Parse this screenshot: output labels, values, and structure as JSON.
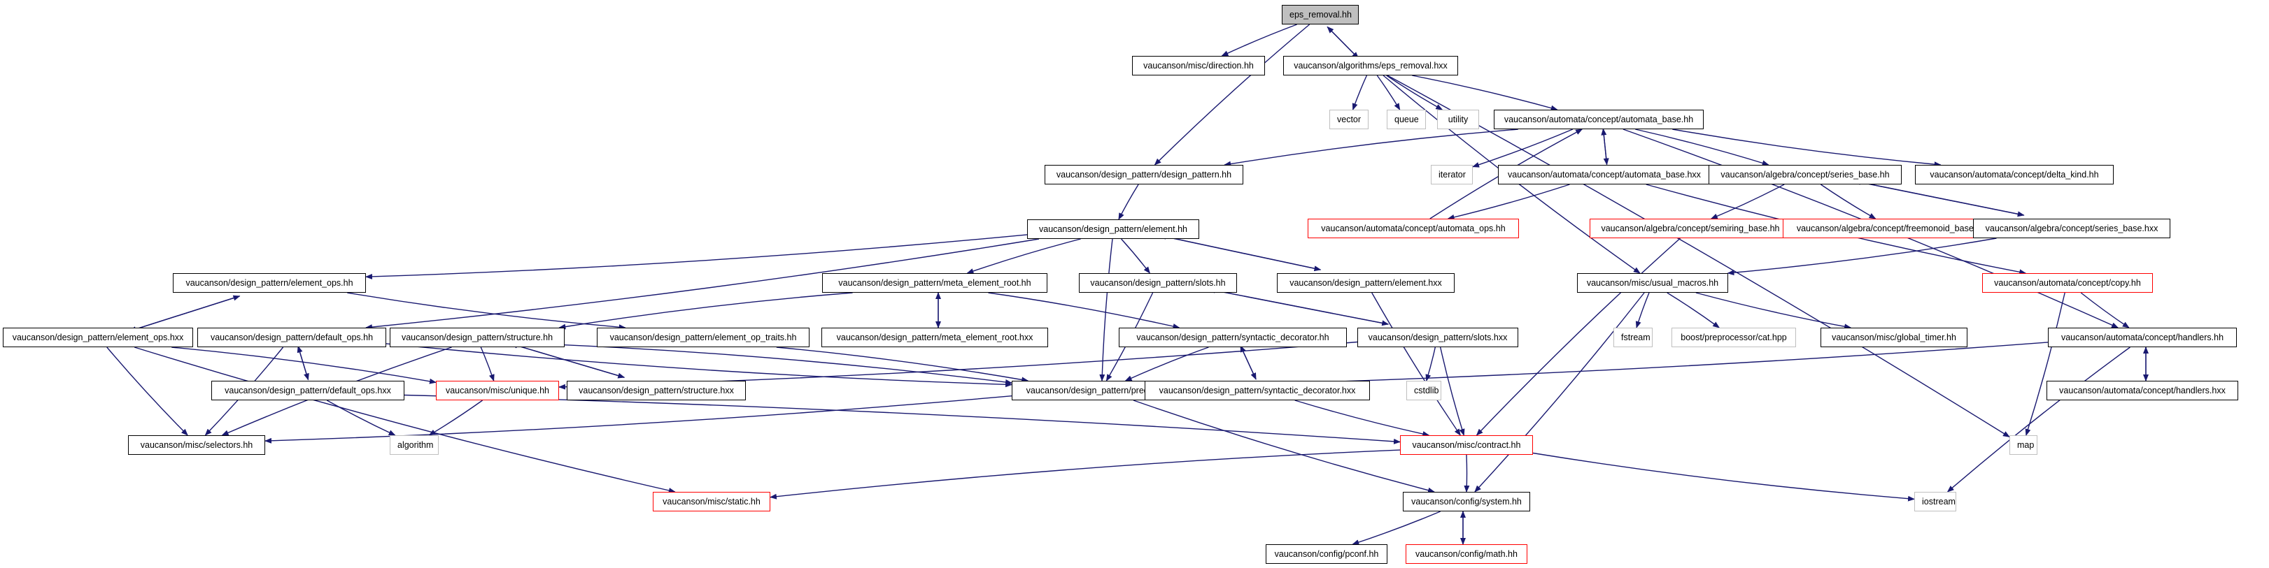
{
  "colors": {
    "edge": "#191970",
    "node_border": "#000000",
    "node_border_missing": "#ff0000",
    "node_border_external": "#bfbfbf",
    "root_fill": "#bfbfbf",
    "background": "#ffffff"
  },
  "graph": {
    "nodes": {
      "eps_removal_hh": {
        "label": "eps_removal.hh",
        "kind": "root"
      },
      "misc_direction_hh": {
        "label": "vaucanson/misc/direction.hh",
        "kind": "file"
      },
      "algorithms_eps_removal_hxx": {
        "label": "vaucanson/algorithms/eps_removal.hxx",
        "kind": "file"
      },
      "vector": {
        "label": "vector",
        "kind": "system"
      },
      "queue": {
        "label": "queue",
        "kind": "system"
      },
      "utility": {
        "label": "utility",
        "kind": "system"
      },
      "automata_base_hh": {
        "label": "vaucanson/automata/concept/automata_base.hh",
        "kind": "file"
      },
      "design_pattern_hh": {
        "label": "vaucanson/design_pattern/design_pattern.hh",
        "kind": "file"
      },
      "iterator": {
        "label": "iterator",
        "kind": "system"
      },
      "automata_base_hxx": {
        "label": "vaucanson/automata/concept/automata_base.hxx",
        "kind": "file"
      },
      "series_base_hh": {
        "label": "vaucanson/algebra/concept/series_base.hh",
        "kind": "file"
      },
      "delta_kind_hh": {
        "label": "vaucanson/automata/concept/delta_kind.hh",
        "kind": "file"
      },
      "automata_ops_hh": {
        "label": "vaucanson/automata/concept/automata_ops.hh",
        "kind": "missing"
      },
      "element_hh": {
        "label": "vaucanson/design_pattern/element.hh",
        "kind": "file"
      },
      "semiring_base_hh": {
        "label": "vaucanson/algebra/concept/semiring_base.hh",
        "kind": "missing"
      },
      "freemonoid_base_hh": {
        "label": "vaucanson/algebra/concept/freemonoid_base.hh",
        "kind": "missing"
      },
      "series_base_hxx": {
        "label": "vaucanson/algebra/concept/series_base.hxx",
        "kind": "file"
      },
      "element_ops_hh": {
        "label": "vaucanson/design_pattern/element_ops.hh",
        "kind": "file"
      },
      "meta_element_root_hh": {
        "label": "vaucanson/design_pattern/meta_element_root.hh",
        "kind": "file"
      },
      "slots_hh": {
        "label": "vaucanson/design_pattern/slots.hh",
        "kind": "file"
      },
      "element_hxx": {
        "label": "vaucanson/design_pattern/element.hxx",
        "kind": "file"
      },
      "usual_macros_hh": {
        "label": "vaucanson/misc/usual_macros.hh",
        "kind": "file"
      },
      "copy_hh": {
        "label": "vaucanson/automata/concept/copy.hh",
        "kind": "missing"
      },
      "element_ops_hxx": {
        "label": "vaucanson/design_pattern/element_ops.hxx",
        "kind": "file"
      },
      "default_ops_hh": {
        "label": "vaucanson/design_pattern/default_ops.hh",
        "kind": "file"
      },
      "structure_hh": {
        "label": "vaucanson/design_pattern/structure.hh",
        "kind": "file"
      },
      "element_op_traits_hh": {
        "label": "vaucanson/design_pattern/element_op_traits.hh",
        "kind": "file"
      },
      "meta_element_root_hxx": {
        "label": "vaucanson/design_pattern/meta_element_root.hxx",
        "kind": "file"
      },
      "syntactic_decorator_hh": {
        "label": "vaucanson/design_pattern/syntactic_decorator.hh",
        "kind": "file"
      },
      "slots_hxx": {
        "label": "vaucanson/design_pattern/slots.hxx",
        "kind": "file"
      },
      "fstream": {
        "label": "fstream",
        "kind": "system"
      },
      "cat_hpp": {
        "label": "boost/preprocessor/cat.hpp",
        "kind": "system"
      },
      "global_timer_hh": {
        "label": "vaucanson/misc/global_timer.hh",
        "kind": "file"
      },
      "handlers_hh": {
        "label": "vaucanson/automata/concept/handlers.hh",
        "kind": "file"
      },
      "default_ops_hxx": {
        "label": "vaucanson/design_pattern/default_ops.hxx",
        "kind": "file"
      },
      "unique_hh": {
        "label": "vaucanson/misc/unique.hh",
        "kind": "missing"
      },
      "structure_hxx": {
        "label": "vaucanson/design_pattern/structure.hxx",
        "kind": "file"
      },
      "predecls_hh": {
        "label": "vaucanson/design_pattern/predecls.hh",
        "kind": "file"
      },
      "syntactic_decorator_hxx": {
        "label": "vaucanson/design_pattern/syntactic_decorator.hxx",
        "kind": "file"
      },
      "cstdlib": {
        "label": "cstdlib",
        "kind": "system"
      },
      "handlers_hxx": {
        "label": "vaucanson/automata/concept/handlers.hxx",
        "kind": "file"
      },
      "selectors_hh": {
        "label": "vaucanson/misc/selectors.hh",
        "kind": "file"
      },
      "algorithm": {
        "label": "algorithm",
        "kind": "system"
      },
      "contract_hh": {
        "label": "vaucanson/misc/contract.hh",
        "kind": "missing"
      },
      "map": {
        "label": "map",
        "kind": "system"
      },
      "static_hh": {
        "label": "vaucanson/misc/static.hh",
        "kind": "missing"
      },
      "system_hh": {
        "label": "vaucanson/config/system.hh",
        "kind": "file"
      },
      "iostream": {
        "label": "iostream",
        "kind": "system"
      },
      "pconf_hh": {
        "label": "vaucanson/config/pconf.hh",
        "kind": "file"
      },
      "math_hh": {
        "label": "vaucanson/config/math.hh",
        "kind": "missing"
      }
    },
    "edges": [
      [
        "eps_removal_hh",
        "misc_direction_hh"
      ],
      [
        "eps_removal_hh",
        "algorithms_eps_removal_hxx"
      ],
      [
        "eps_removal_hh",
        "design_pattern_hh"
      ],
      [
        "algorithms_eps_removal_hxx",
        "eps_removal_hh"
      ],
      [
        "algorithms_eps_removal_hxx",
        "vector"
      ],
      [
        "algorithms_eps_removal_hxx",
        "queue"
      ],
      [
        "algorithms_eps_removal_hxx",
        "utility"
      ],
      [
        "algorithms_eps_removal_hxx",
        "automata_base_hh"
      ],
      [
        "algorithms_eps_removal_hxx",
        "usual_macros_hh"
      ],
      [
        "algorithms_eps_removal_hxx",
        "map"
      ],
      [
        "automata_base_hh",
        "design_pattern_hh"
      ],
      [
        "automata_base_hh",
        "iterator"
      ],
      [
        "automata_base_hh",
        "automata_base_hxx"
      ],
      [
        "automata_base_hh",
        "series_base_hh"
      ],
      [
        "automata_base_hh",
        "delta_kind_hh"
      ],
      [
        "automata_base_hh",
        "handlers_hh"
      ],
      [
        "automata_base_hxx",
        "automata_base_hh"
      ],
      [
        "automata_base_hxx",
        "automata_ops_hh"
      ],
      [
        "automata_base_hxx",
        "copy_hh"
      ],
      [
        "automata_ops_hh",
        "automata_base_hh"
      ],
      [
        "design_pattern_hh",
        "element_hh"
      ],
      [
        "series_base_hh",
        "semiring_base_hh"
      ],
      [
        "series_base_hh",
        "freemonoid_base_hh"
      ],
      [
        "series_base_hh",
        "series_base_hxx"
      ],
      [
        "series_base_hxx",
        "series_base_hh"
      ],
      [
        "series_base_hxx",
        "usual_macros_hh"
      ],
      [
        "semiring_base_hh",
        "contract_hh"
      ],
      [
        "element_hh",
        "element_ops_hh"
      ],
      [
        "element_hh",
        "meta_element_root_hh"
      ],
      [
        "element_hh",
        "slots_hh"
      ],
      [
        "element_hh",
        "element_hxx"
      ],
      [
        "element_hh",
        "default_ops_hh"
      ],
      [
        "element_hh",
        "predecls_hh"
      ],
      [
        "element_hxx",
        "element_hh"
      ],
      [
        "element_hxx",
        "contract_hh"
      ],
      [
        "element_ops_hh",
        "element_ops_hxx"
      ],
      [
        "element_ops_hh",
        "element_op_traits_hh"
      ],
      [
        "element_ops_hxx",
        "element_ops_hh"
      ],
      [
        "element_ops_hxx",
        "selectors_hh"
      ],
      [
        "element_ops_hxx",
        "unique_hh"
      ],
      [
        "element_ops_hxx",
        "static_hh"
      ],
      [
        "meta_element_root_hh",
        "meta_element_root_hxx"
      ],
      [
        "meta_element_root_hh",
        "structure_hh"
      ],
      [
        "meta_element_root_hh",
        "syntactic_decorator_hh"
      ],
      [
        "meta_element_root_hxx",
        "meta_element_root_hh"
      ],
      [
        "element_op_traits_hh",
        "predecls_hh"
      ],
      [
        "slots_hh",
        "slots_hxx"
      ],
      [
        "slots_hh",
        "predecls_hh"
      ],
      [
        "slots_hxx",
        "slots_hh"
      ],
      [
        "slots_hxx",
        "cstdlib"
      ],
      [
        "slots_hxx",
        "contract_hh"
      ],
      [
        "slots_hxx",
        "unique_hh"
      ],
      [
        "default_ops_hh",
        "default_ops_hxx"
      ],
      [
        "default_ops_hh",
        "selectors_hh"
      ],
      [
        "default_ops_hh",
        "predecls_hh"
      ],
      [
        "default_ops_hxx",
        "default_ops_hh"
      ],
      [
        "default_ops_hxx",
        "algorithm"
      ],
      [
        "default_ops_hxx",
        "contract_hh"
      ],
      [
        "structure_hh",
        "structure_hxx"
      ],
      [
        "structure_hh",
        "unique_hh"
      ],
      [
        "structure_hh",
        "selectors_hh"
      ],
      [
        "structure_hh",
        "predecls_hh"
      ],
      [
        "structure_hxx",
        "structure_hh"
      ],
      [
        "syntactic_decorator_hh",
        "syntactic_decorator_hxx"
      ],
      [
        "syntactic_decorator_hh",
        "predecls_hh"
      ],
      [
        "syntactic_decorator_hxx",
        "syntactic_decorator_hh"
      ],
      [
        "syntactic_decorator_hxx",
        "contract_hh"
      ],
      [
        "unique_hh",
        "algorithm"
      ],
      [
        "predecls_hh",
        "system_hh"
      ],
      [
        "predecls_hh",
        "selectors_hh"
      ],
      [
        "usual_macros_hh",
        "fstream"
      ],
      [
        "usual_macros_hh",
        "cat_hpp"
      ],
      [
        "usual_macros_hh",
        "global_timer_hh"
      ],
      [
        "usual_macros_hh",
        "system_hh"
      ],
      [
        "copy_hh",
        "handlers_hh"
      ],
      [
        "copy_hh",
        "map"
      ],
      [
        "handlers_hh",
        "handlers_hxx"
      ],
      [
        "handlers_hh",
        "predecls_hh"
      ],
      [
        "handlers_hh",
        "iostream"
      ],
      [
        "handlers_hxx",
        "handlers_hh"
      ],
      [
        "contract_hh",
        "static_hh"
      ],
      [
        "contract_hh",
        "system_hh"
      ],
      [
        "contract_hh",
        "iostream"
      ],
      [
        "system_hh",
        "pconf_hh"
      ],
      [
        "system_hh",
        "math_hh"
      ],
      [
        "math_hh",
        "system_hh"
      ]
    ]
  }
}
